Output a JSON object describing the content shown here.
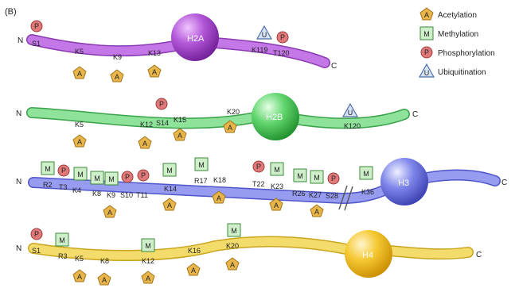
{
  "panel_label": "(B)",
  "terminus": {
    "n": "N",
    "c": "C"
  },
  "legend": [
    {
      "kind": "acetylation",
      "letter": "A",
      "label": "Acetylation"
    },
    {
      "kind": "methylation",
      "letter": "M",
      "label": "Methylation"
    },
    {
      "kind": "phosphorylation",
      "letter": "P",
      "label": "Phosphorylation"
    },
    {
      "kind": "ubiquitination",
      "letter": "U",
      "label": "Ubiquitination"
    }
  ],
  "colors": {
    "h2a": "#b660d6",
    "h2b": "#7ed88a",
    "h3": "#8f93ea",
    "h4": "#f0d55a",
    "acetylation": "#e8b54a",
    "methylation": "#cfeeca",
    "phosphorylation": "#e07a7a",
    "ubiquitination": "#d6e3f5"
  },
  "histones": [
    {
      "name": "H2A",
      "sites": [
        "S1",
        "K5",
        "K9",
        "K13",
        "K119",
        "T120"
      ],
      "marks": [
        {
          "type": "P",
          "letter": "P"
        },
        {
          "type": "A",
          "letter": "A"
        },
        {
          "type": "A",
          "letter": "A"
        },
        {
          "type": "A",
          "letter": "A"
        },
        {
          "type": "U",
          "letter": "U"
        },
        {
          "type": "P",
          "letter": "P"
        }
      ]
    },
    {
      "name": "H2B",
      "sites": [
        "K5",
        "K12",
        "S14",
        "K15",
        "K20",
        "K120"
      ],
      "marks": [
        {
          "type": "A",
          "letter": "A"
        },
        {
          "type": "A",
          "letter": "A"
        },
        {
          "type": "P",
          "letter": "P"
        },
        {
          "type": "A",
          "letter": "A"
        },
        {
          "type": "A",
          "letter": "A"
        },
        {
          "type": "U",
          "letter": "U"
        }
      ]
    },
    {
      "name": "H3",
      "sites": [
        "R2",
        "T3",
        "K4",
        "K8",
        "K9",
        "S10",
        "T11",
        "K14",
        "R17",
        "K18",
        "T22",
        "K23",
        "R26",
        "K27",
        "S28",
        "K36"
      ],
      "marks": [
        {
          "type": "M",
          "letter": "M"
        },
        {
          "type": "P",
          "letter": "P"
        },
        {
          "type": "M",
          "letter": "M"
        },
        {
          "type": "M",
          "letter": "M"
        },
        {
          "type": "M",
          "letter": "M"
        },
        {
          "type": "A",
          "letter": "A"
        },
        {
          "type": "P",
          "letter": "P"
        },
        {
          "type": "P",
          "letter": "P"
        },
        {
          "type": "M",
          "letter": "M"
        },
        {
          "type": "A",
          "letter": "A"
        },
        {
          "type": "M",
          "letter": "M"
        },
        {
          "type": "A",
          "letter": "A"
        },
        {
          "type": "P",
          "letter": "P"
        },
        {
          "type": "M",
          "letter": "M"
        },
        {
          "type": "A",
          "letter": "A"
        },
        {
          "type": "M",
          "letter": "M"
        },
        {
          "type": "M",
          "letter": "M"
        },
        {
          "type": "A",
          "letter": "A"
        },
        {
          "type": "P",
          "letter": "P"
        },
        {
          "type": "M",
          "letter": "M"
        }
      ]
    },
    {
      "name": "H4",
      "sites": [
        "S1",
        "R3",
        "K5",
        "K8",
        "K12",
        "K16",
        "K20"
      ],
      "marks": [
        {
          "type": "P",
          "letter": "P"
        },
        {
          "type": "M",
          "letter": "M"
        },
        {
          "type": "A",
          "letter": "A"
        },
        {
          "type": "A",
          "letter": "A"
        },
        {
          "type": "M",
          "letter": "M"
        },
        {
          "type": "A",
          "letter": "A"
        },
        {
          "type": "A",
          "letter": "A"
        },
        {
          "type": "M",
          "letter": "M"
        },
        {
          "type": "A",
          "letter": "A"
        }
      ]
    }
  ]
}
